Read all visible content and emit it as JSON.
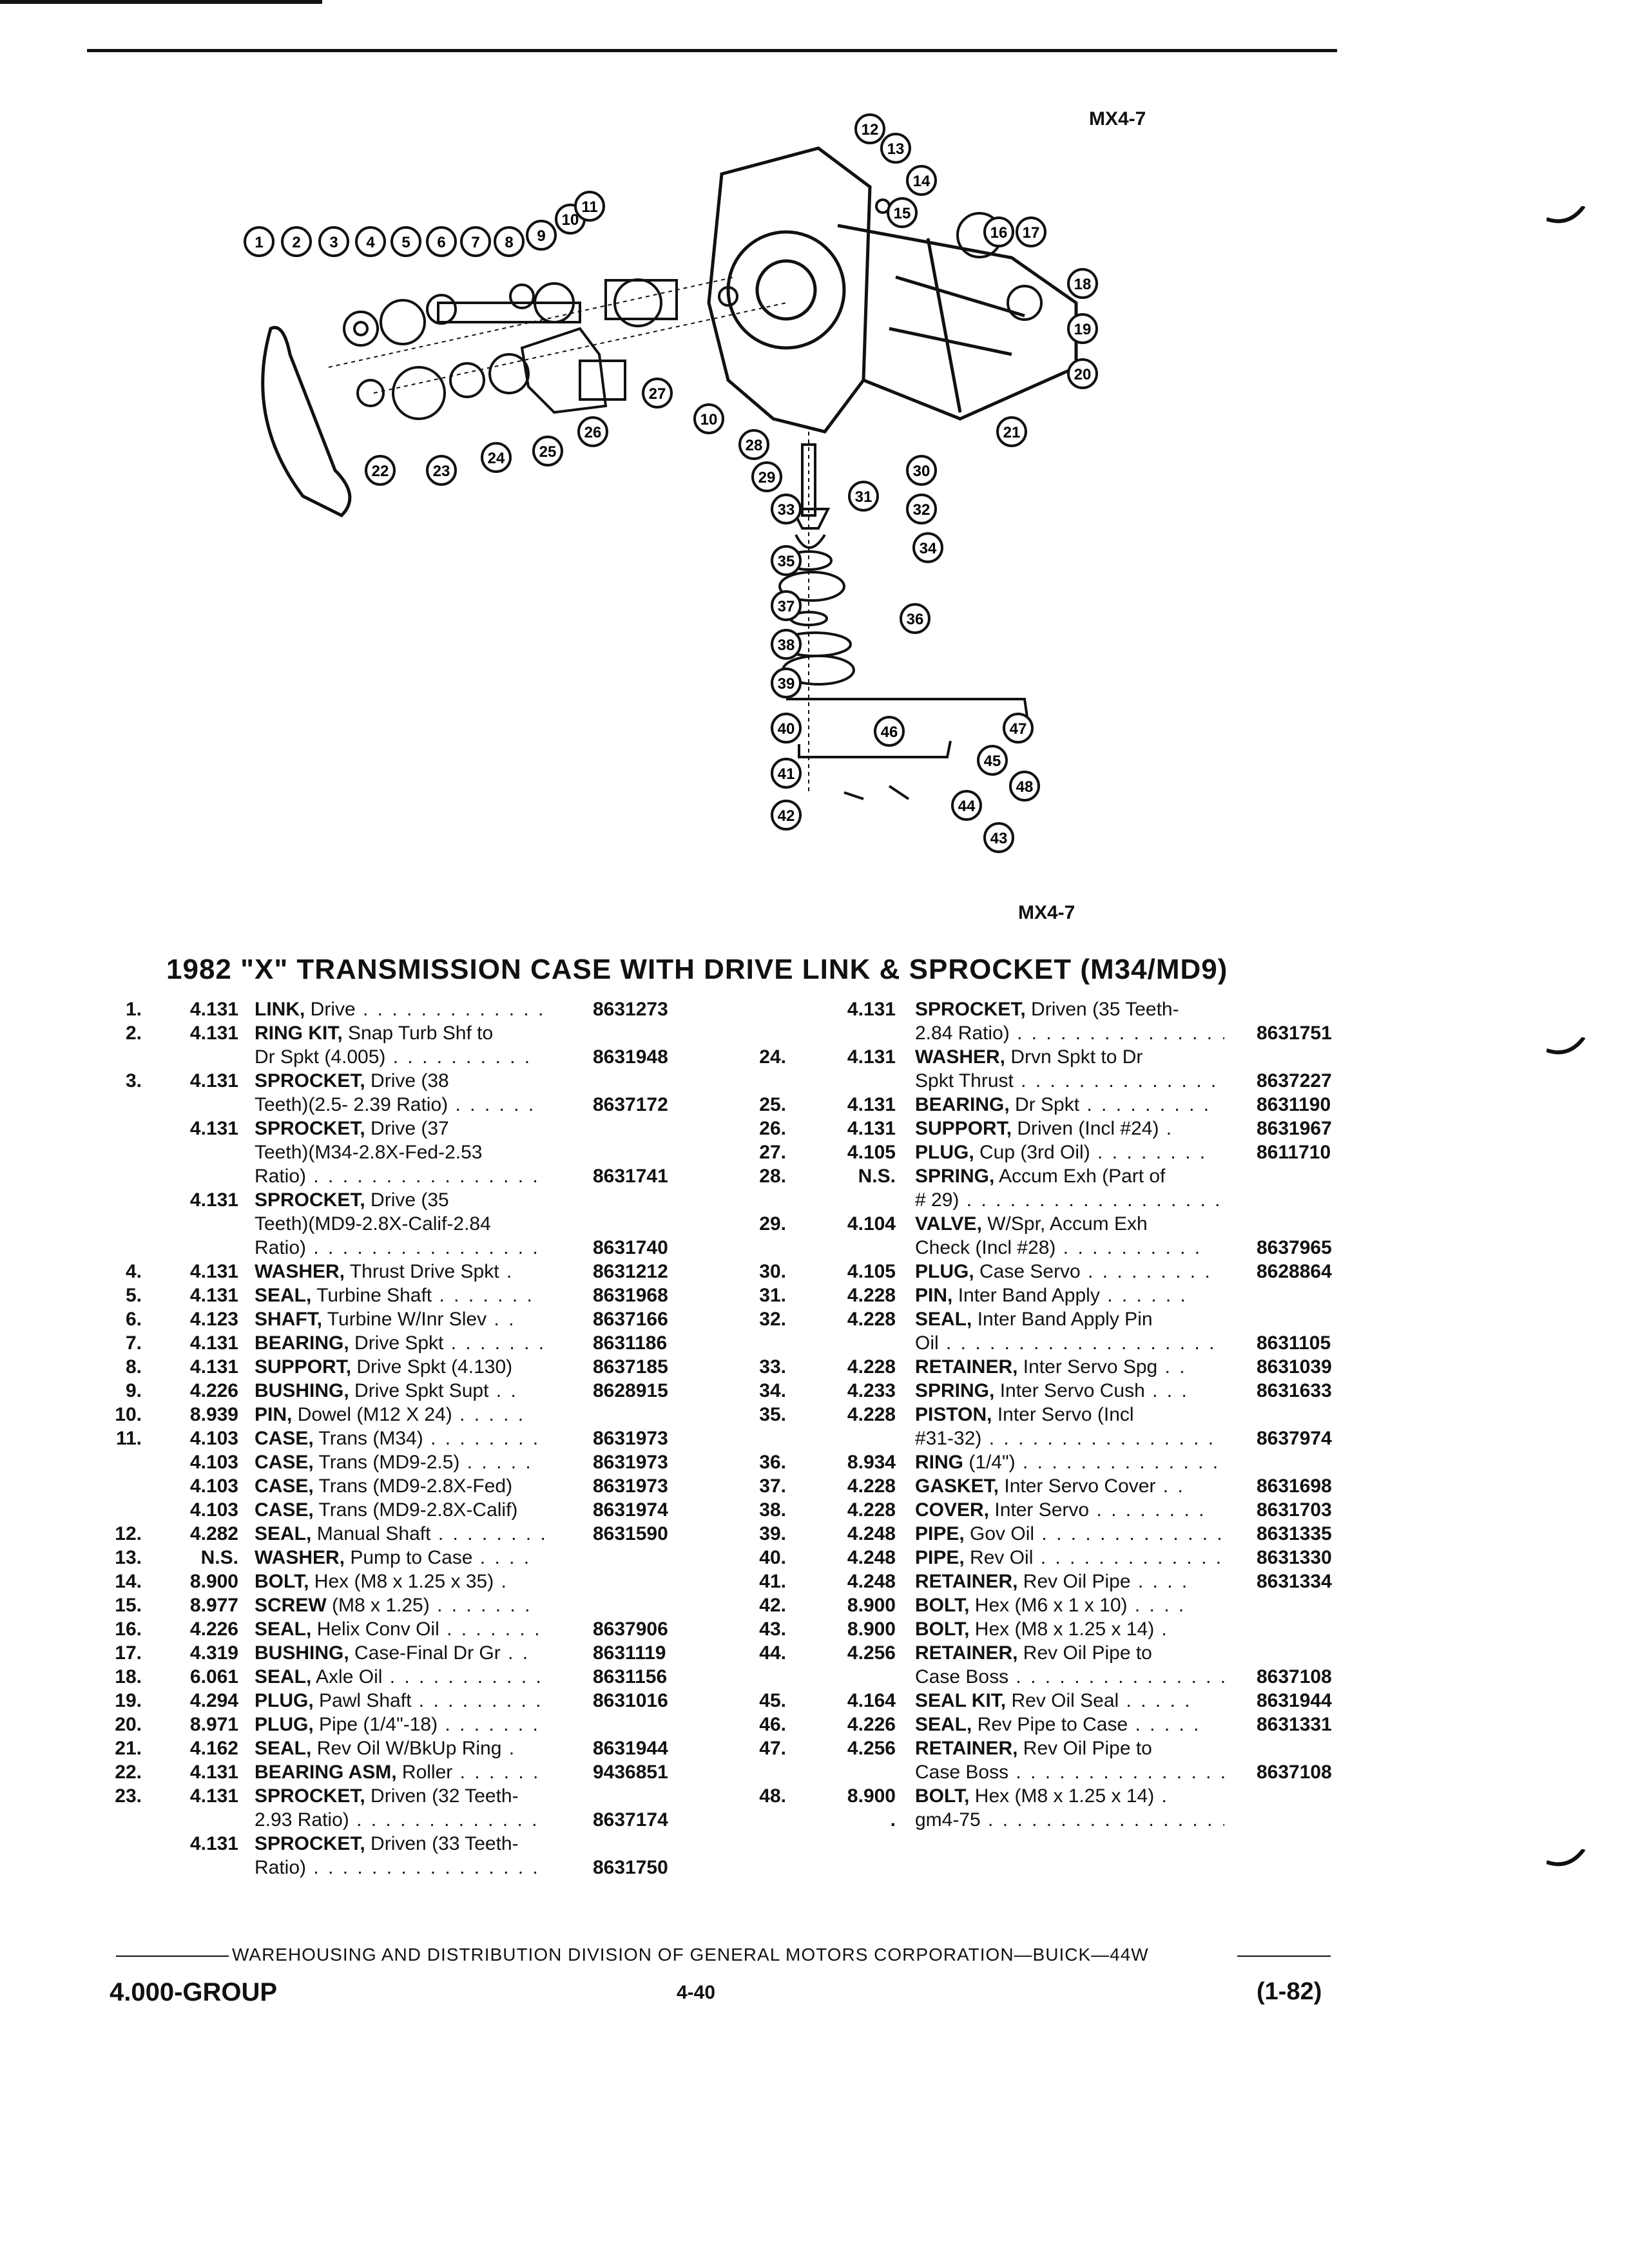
{
  "header": {
    "diagram_ref_top": "MX4-7",
    "diagram_ref_bottom": "MX4-7"
  },
  "diagram": {
    "callouts": [
      "1",
      "2",
      "3",
      "4",
      "5",
      "6",
      "7",
      "8",
      "9",
      "10",
      "11",
      "12",
      "13",
      "14",
      "15",
      "16",
      "17",
      "18",
      "19",
      "20",
      "21",
      "22",
      "23",
      "24",
      "25",
      "26",
      "27",
      "10",
      "28",
      "29",
      "30",
      "31",
      "32",
      "33",
      "34",
      "35",
      "36",
      "37",
      "38",
      "39",
      "40",
      "41",
      "42",
      "43",
      "44",
      "45",
      "46",
      "47",
      "48"
    ]
  },
  "title": "1982 \"X\" TRANSMISSION CASE WITH DRIVE LINK & SPROCKET (M34/MD9)",
  "left_column": [
    {
      "no": "1.",
      "grp": "4.131",
      "name": "LINK,",
      "rest": " Drive",
      "dots": " . . . . . . . . . . . . . . .",
      "pn": "8631273"
    },
    {
      "no": "2.",
      "grp": "4.131",
      "name": "RING KIT,",
      "rest": " Snap Turb Shf to",
      "dots": "",
      "pn": ""
    },
    {
      "no": "",
      "grp": "",
      "name": "",
      "rest": "Dr Spkt (4.005)",
      "dots": " . . . . . . . . . .",
      "pn": "8631948"
    },
    {
      "no": "3.",
      "grp": "4.131",
      "name": "SPROCKET,",
      "rest": " Drive (38",
      "dots": "",
      "pn": ""
    },
    {
      "no": "",
      "grp": "",
      "name": "",
      "rest": "Teeth)(2.5- 2.39 Ratio)",
      "dots": " . . . . . .",
      "pn": "8637172"
    },
    {
      "no": "",
      "grp": "4.131",
      "name": "SPROCKET,",
      "rest": " Drive (37",
      "dots": "",
      "pn": ""
    },
    {
      "no": "",
      "grp": "",
      "name": "",
      "rest": "Teeth)(M34-2.8X-Fed-2.53",
      "dots": "",
      "pn": ""
    },
    {
      "no": "",
      "grp": "",
      "name": "",
      "rest": "Ratio)",
      "dots": " . . . . . . . . . . . . . . . . . .",
      "pn": "8631741"
    },
    {
      "no": "",
      "grp": "4.131",
      "name": "SPROCKET,",
      "rest": " Drive (35",
      "dots": "",
      "pn": ""
    },
    {
      "no": "",
      "grp": "",
      "name": "",
      "rest": "Teeth)(MD9-2.8X-Calif-2.84",
      "dots": "",
      "pn": ""
    },
    {
      "no": "",
      "grp": "",
      "name": "",
      "rest": "Ratio)",
      "dots": " . . . . . . . . . . . . . . . . . .",
      "pn": "8631740"
    },
    {
      "no": "4.",
      "grp": "4.131",
      "name": "WASHER,",
      "rest": " Thrust Drive Spkt",
      "dots": " .",
      "pn": "8631212"
    },
    {
      "no": "5.",
      "grp": "4.131",
      "name": "SEAL,",
      "rest": " Turbine Shaft",
      "dots": " . . . . . . .",
      "pn": "8631968"
    },
    {
      "no": "6.",
      "grp": "4.123",
      "name": "SHAFT,",
      "rest": " Turbine W/Inr Slev",
      "dots": " . .",
      "pn": "8637166"
    },
    {
      "no": "7.",
      "grp": "4.131",
      "name": "BEARING,",
      "rest": " Drive Spkt",
      "dots": " . . . . . . .",
      "pn": "8631186"
    },
    {
      "no": "8.",
      "grp": "4.131",
      "name": "SUPPORT,",
      "rest": " Drive Spkt (4.130)",
      "dots": "",
      "pn": "8637185"
    },
    {
      "no": "9.",
      "grp": "4.226",
      "name": "BUSHING,",
      "rest": " Drive Spkt Supt",
      "dots": " . .",
      "pn": "8628915"
    },
    {
      "no": "10.",
      "grp": "8.939",
      "name": "PIN,",
      "rest": " Dowel (M12 X 24)",
      "dots": " . . . . .",
      "pn": ""
    },
    {
      "no": "11.",
      "grp": "4.103",
      "name": "CASE,",
      "rest": " Trans (M34)",
      "dots": " . . . . . . . .",
      "pn": "8631973"
    },
    {
      "no": "",
      "grp": "4.103",
      "name": "CASE,",
      "rest": " Trans (MD9-2.5)",
      "dots": " . . . . .",
      "pn": "8631973"
    },
    {
      "no": "",
      "grp": "4.103",
      "name": "CASE,",
      "rest": " Trans (MD9-2.8X-Fed)",
      "dots": "",
      "pn": "8631973"
    },
    {
      "no": "",
      "grp": "4.103",
      "name": "CASE,",
      "rest": " Trans (MD9-2.8X-Calif)",
      "dots": "",
      "pn": "8631974"
    },
    {
      "no": "12.",
      "grp": "4.282",
      "name": "SEAL,",
      "rest": " Manual Shaft",
      "dots": " . . . . . . . .",
      "pn": "8631590"
    },
    {
      "no": "13.",
      "grp": "N.S.",
      "name": "WASHER,",
      "rest": " Pump to Case",
      "dots": " . . . .",
      "pn": ""
    },
    {
      "no": "14.",
      "grp": "8.900",
      "name": "BOLT,",
      "rest": " Hex (M8 x 1.25 x 35)",
      "dots": " .",
      "pn": ""
    },
    {
      "no": "15.",
      "grp": "8.977",
      "name": "SCREW",
      "rest": " (M8 x 1.25)",
      "dots": " . . . . . . .",
      "pn": ""
    },
    {
      "no": "16.",
      "grp": "4.226",
      "name": "SEAL,",
      "rest": " Helix Conv Oil",
      "dots": " . . . . . . .",
      "pn": "8637906"
    },
    {
      "no": "17.",
      "grp": "4.319",
      "name": "BUSHING,",
      "rest": " Case-Final Dr Gr",
      "dots": " . .",
      "pn": "8631119"
    },
    {
      "no": "18.",
      "grp": "6.061",
      "name": "SEAL,",
      "rest": " Axle Oil",
      "dots": " . . . . . . . . . . . .",
      "pn": "8631156"
    },
    {
      "no": "19.",
      "grp": "4.294",
      "name": "PLUG,",
      "rest": " Pawl Shaft",
      "dots": " . . . . . . . . .",
      "pn": "8631016"
    },
    {
      "no": "20.",
      "grp": "8.971",
      "name": "PLUG,",
      "rest": " Pipe (1/4\"-18)",
      "dots": " . . . . . . .",
      "pn": ""
    },
    {
      "no": "21.",
      "grp": "4.162",
      "name": "SEAL,",
      "rest": " Rev Oil W/BkUp Ring",
      "dots": " .",
      "pn": "8631944"
    },
    {
      "no": "22.",
      "grp": "4.131",
      "name": "BEARING ASM,",
      "rest": " Roller",
      "dots": " . . . . . .",
      "pn": "9436851"
    },
    {
      "no": "23.",
      "grp": "4.131",
      "name": "SPROCKET,",
      "rest": " Driven (32 Teeth-",
      "dots": "",
      "pn": ""
    },
    {
      "no": "",
      "grp": "",
      "name": "",
      "rest": "2.93 Ratio)",
      "dots": " . . . . . . . . . . . . . .",
      "pn": "8637174"
    },
    {
      "no": "",
      "grp": "4.131",
      "name": "SPROCKET,",
      "rest": " Driven (33 Teeth-",
      "dots": "",
      "pn": ""
    },
    {
      "no": "",
      "grp": "",
      "name": "",
      "rest": "Ratio)",
      "dots": " . . . . . . . . . . . . . . . . . . .",
      "pn": "8631750"
    }
  ],
  "right_column": [
    {
      "no": "",
      "grp": "4.131",
      "name": "SPROCKET,",
      "rest": " Driven (35 Teeth-",
      "dots": "",
      "pn": ""
    },
    {
      "no": "",
      "grp": "",
      "name": "",
      "rest": "2.84 Ratio)",
      "dots": " . . . . . . . . . . . . . . .",
      "pn": "8631751"
    },
    {
      "no": "24.",
      "grp": "4.131",
      "name": "WASHER,",
      "rest": " Drvn Spkt to Dr",
      "dots": "",
      "pn": ""
    },
    {
      "no": "",
      "grp": "",
      "name": "",
      "rest": "Spkt Thrust",
      "dots": " . . . . . . . . . . . . . . .",
      "pn": "8637227"
    },
    {
      "no": "25.",
      "grp": "4.131",
      "name": "BEARING,",
      "rest": " Dr Spkt",
      "dots": " . . . . . . . . .",
      "pn": "8631190"
    },
    {
      "no": "26.",
      "grp": "4.131",
      "name": "SUPPORT,",
      "rest": " Driven (Incl #24)",
      "dots": " .",
      "pn": "8631967"
    },
    {
      "no": "27.",
      "grp": "4.105",
      "name": "PLUG,",
      "rest": " Cup (3rd Oil)",
      "dots": " . . . . . . . .",
      "pn": "8611710"
    },
    {
      "no": "28.",
      "grp": "N.S.",
      "name": "SPRING,",
      "rest": " Accum Exh (Part of",
      "dots": "",
      "pn": ""
    },
    {
      "no": "",
      "grp": "",
      "name": "",
      "rest": "# 29)",
      "dots": " . . . . . . . . . . . . . . . . . .",
      "pn": ""
    },
    {
      "no": "29.",
      "grp": "4.104",
      "name": "VALVE,",
      "rest": " W/Spr, Accum Exh",
      "dots": "",
      "pn": ""
    },
    {
      "no": "",
      "grp": "",
      "name": "",
      "rest": "Check (Incl #28)",
      "dots": " . . . . . . . . . .",
      "pn": "8637965"
    },
    {
      "no": "30.",
      "grp": "4.105",
      "name": "PLUG,",
      "rest": " Case Servo",
      "dots": " . . . . . . . . .",
      "pn": "8628864"
    },
    {
      "no": "31.",
      "grp": "4.228",
      "name": "PIN,",
      "rest": " Inter Band Apply",
      "dots": " . . . . . .",
      "pn": ""
    },
    {
      "no": "32.",
      "grp": "4.228",
      "name": "SEAL,",
      "rest": " Inter Band Apply Pin",
      "dots": "",
      "pn": ""
    },
    {
      "no": "",
      "grp": "",
      "name": "",
      "rest": "Oil",
      "dots": " . . . . . . . . . . . . . . . . . . . . .",
      "pn": "8631105"
    },
    {
      "no": "33.",
      "grp": "4.228",
      "name": "RETAINER,",
      "rest": " Inter Servo Spg",
      "dots": " . .",
      "pn": "8631039"
    },
    {
      "no": "34.",
      "grp": "4.233",
      "name": "SPRING,",
      "rest": " Inter Servo Cush",
      "dots": " . . .",
      "pn": "8631633"
    },
    {
      "no": "35.",
      "grp": "4.228",
      "name": "PISTON,",
      "rest": " Inter Servo (Incl",
      "dots": "",
      "pn": ""
    },
    {
      "no": "",
      "grp": "",
      "name": "",
      "rest": "#31-32)",
      "dots": " . . . . . . . . . . . . . . . .",
      "pn": "8637974"
    },
    {
      "no": "36.",
      "grp": "8.934",
      "name": "RING",
      "rest": " (1/4\")",
      "dots": " . . . . . . . . . . . . . .",
      "pn": ""
    },
    {
      "no": "37.",
      "grp": "4.228",
      "name": "GASKET,",
      "rest": " Inter Servo Cover",
      "dots": " . .",
      "pn": "8631698"
    },
    {
      "no": "38.",
      "grp": "4.228",
      "name": "COVER,",
      "rest": " Inter Servo",
      "dots": " . . . . . . . .",
      "pn": "8631703"
    },
    {
      "no": "39.",
      "grp": "4.248",
      "name": "PIPE,",
      "rest": " Gov Oil",
      "dots": " . . . . . . . . . . . . .",
      "pn": "8631335"
    },
    {
      "no": "40.",
      "grp": "4.248",
      "name": "PIPE,",
      "rest": " Rev Oil",
      "dots": " . . . . . . . . . . . . .",
      "pn": "8631330"
    },
    {
      "no": "41.",
      "grp": "4.248",
      "name": "RETAINER,",
      "rest": " Rev Oil Pipe",
      "dots": " . . . .",
      "pn": "8631334"
    },
    {
      "no": "42.",
      "grp": "8.900",
      "name": "BOLT,",
      "rest": " Hex (M6 x 1 x 10)",
      "dots": " . . . .",
      "pn": ""
    },
    {
      "no": "43.",
      "grp": "8.900",
      "name": "BOLT,",
      "rest": " Hex (M8 x 1.25 x 14)",
      "dots": " .",
      "pn": ""
    },
    {
      "no": "44.",
      "grp": "4.256",
      "name": "RETAINER,",
      "rest": " Rev Oil Pipe to",
      "dots": "",
      "pn": ""
    },
    {
      "no": "",
      "grp": "",
      "name": "",
      "rest": "Case Boss",
      "dots": " . . . . . . . . . . . . . . . .",
      "pn": "8637108"
    },
    {
      "no": "45.",
      "grp": "4.164",
      "name": "SEAL KIT,",
      "rest": " Rev Oil Seal",
      "dots": " . . . . .",
      "pn": "8631944"
    },
    {
      "no": "46.",
      "grp": "4.226",
      "name": "SEAL,",
      "rest": " Rev Pipe to Case",
      "dots": " . . . . .",
      "pn": "8631331"
    },
    {
      "no": "47.",
      "grp": "4.256",
      "name": "RETAINER,",
      "rest": " Rev Oil Pipe to",
      "dots": "",
      "pn": ""
    },
    {
      "no": "",
      "grp": "",
      "name": "",
      "rest": "Case Boss",
      "dots": " . . . . . . . . . . . . . . . .",
      "pn": "8637108"
    },
    {
      "no": "48.",
      "grp": "8.900",
      "name": "BOLT,",
      "rest": " Hex (M8 x 1.25 x 14)",
      "dots": " .",
      "pn": ""
    },
    {
      "no": "",
      "grp": ".",
      "name": "",
      "rest": "gm4-75",
      "dots": " . . . . . . . . . . . . . . . . . .",
      "pn": ""
    }
  ],
  "footer": {
    "division": "WAREHOUSING AND DISTRIBUTION DIVISION OF GENERAL MOTORS CORPORATION—BUICK—44W",
    "group": "4.000-GROUP",
    "page": "4-40",
    "revision": "(1-82)"
  }
}
